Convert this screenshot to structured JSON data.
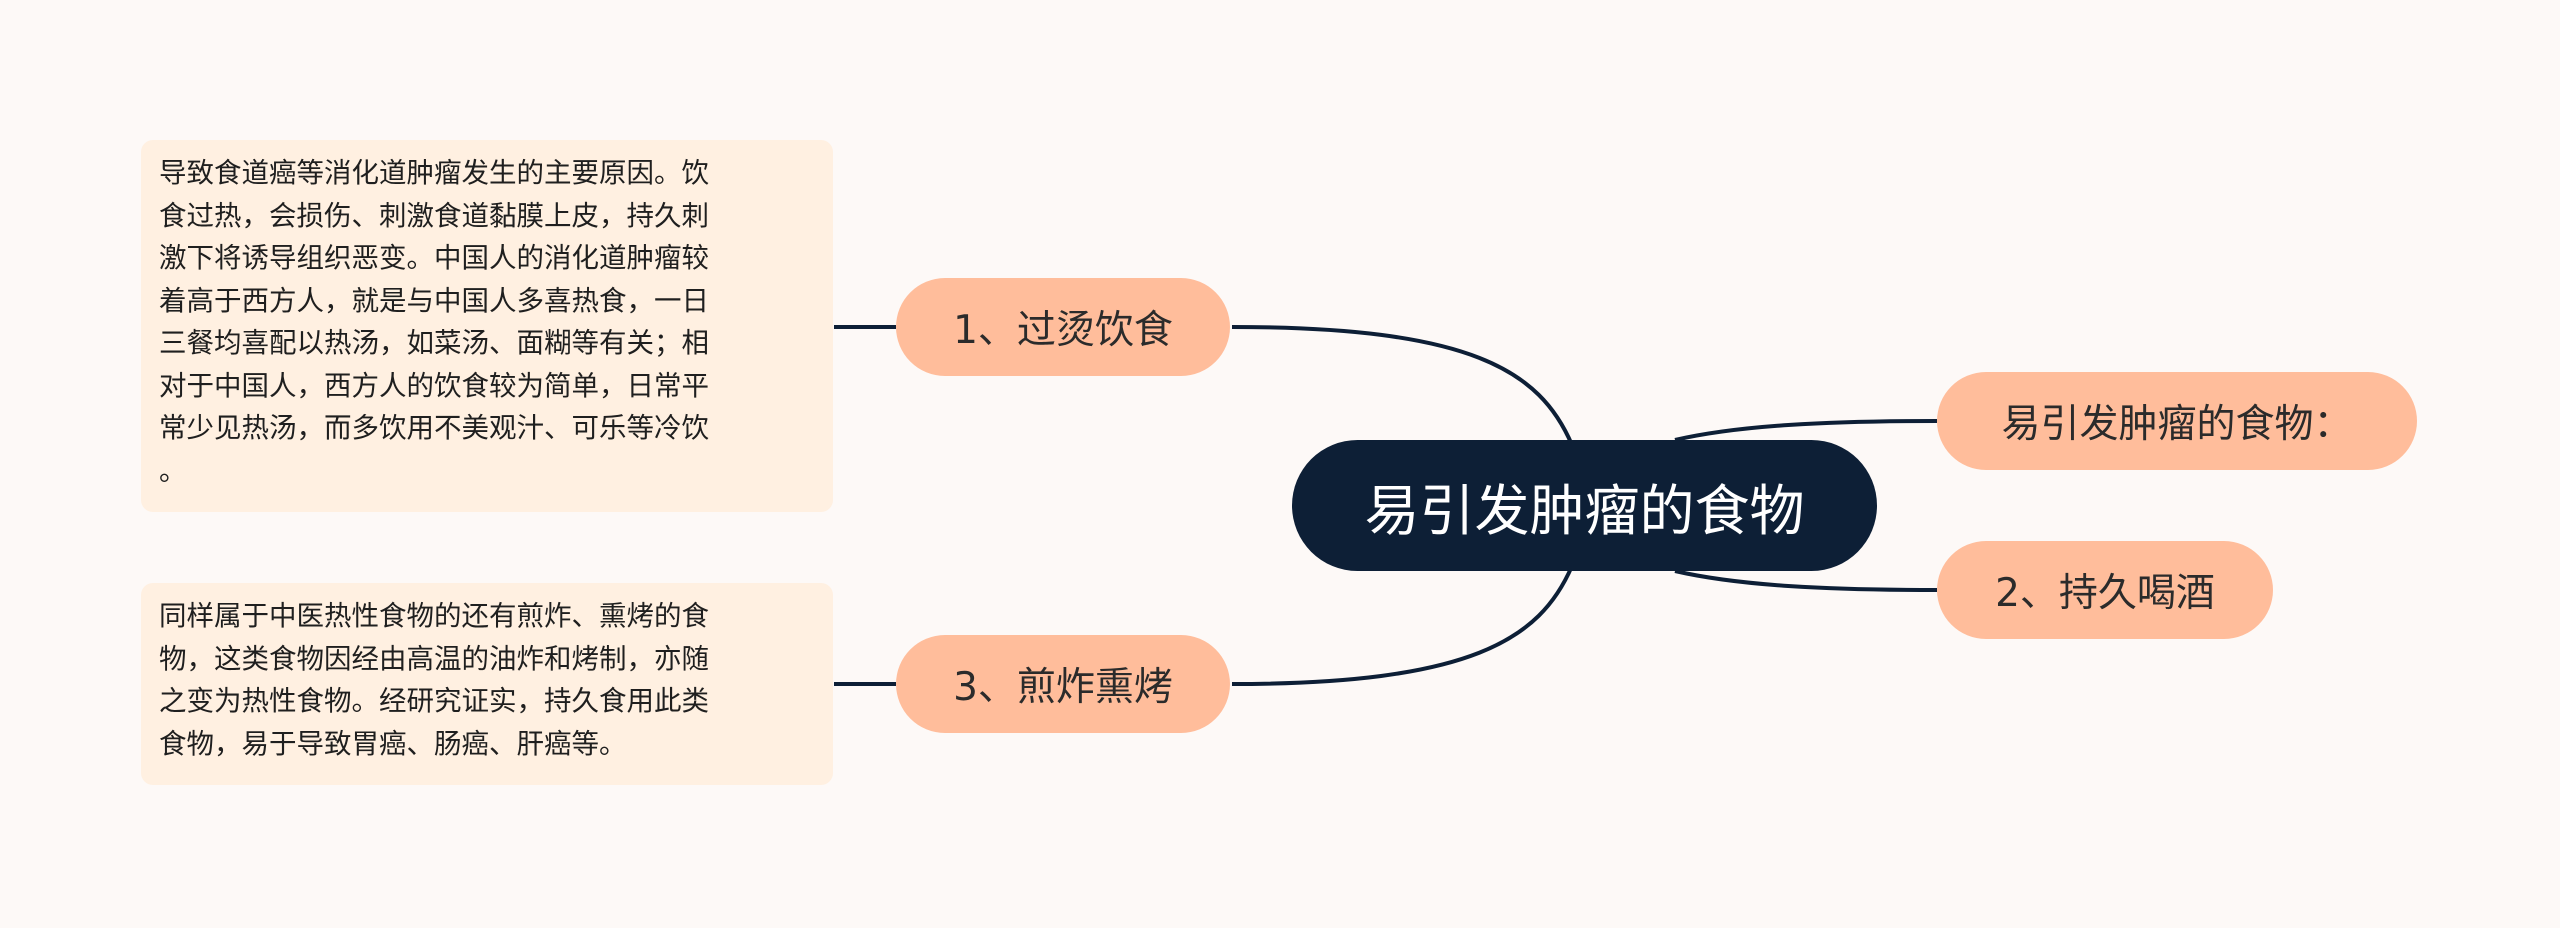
{
  "palette": {
    "background": "#fdf9f7",
    "center_fill": "#0d1f36",
    "branch_fill": "#ffbd9b",
    "note_fill": "#fff0e1",
    "connector": "#0d1f36"
  },
  "center": {
    "label": "易引发肿瘤的食物"
  },
  "branches": {
    "b1": {
      "label": "1、过烫饮食"
    },
    "b2": {
      "label": "3、煎炸熏烤"
    },
    "b3": {
      "label": "易引发肿瘤的食物："
    },
    "b4": {
      "label": "2、持久喝酒"
    }
  },
  "notes": {
    "n1": {
      "lines": [
        "导致食道癌等消化道肿瘤发生的主要原因。饮",
        "食过热，会损伤、刺激食道黏膜上皮，持久刺",
        "激下将诱导组织恶变。中国人的消化道肿瘤较",
        "着高于西方人，就是与中国人多喜热食，一日",
        "三餐均喜配以热汤，如菜汤、面糊等有关；相",
        "对于中国人，西方人的饮食较为简单，日常平",
        "常少见热汤，而多饮用不美观汁、可乐等冷饮",
        "。"
      ]
    },
    "n2": {
      "lines": [
        "同样属于中医热性食物的还有煎炸、熏烤的食",
        "物，这类食物因经由高温的油炸和烤制，亦随",
        "之变为热性食物。经研究证实，持久食用此类",
        "食物，易于导致胃癌、肠癌、肝癌等。"
      ]
    }
  }
}
